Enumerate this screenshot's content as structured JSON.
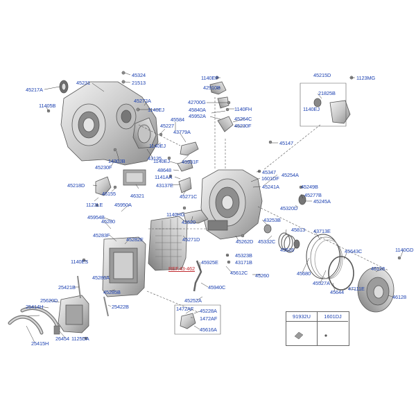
{
  "labels": {
    "p45217A": "45217A",
    "p45231": "45231",
    "p45324": "45324",
    "p21513": "21513",
    "p1140EP": "1140EP",
    "p42910B": "42910B",
    "p45215D": "45215D",
    "p1123MG": "1123MG",
    "p21825B": "21825B",
    "p45272A": "45272A",
    "p1140EJ_a": "1140EJ",
    "p42700G": "42700G",
    "p1140FH": "1140FH",
    "p45840A": "45840A",
    "p45952A": "45952A",
    "p1140EJ_b": "1140EJ",
    "p11405B": "11405B",
    "p45584": "45584",
    "p45264C": "45264C",
    "p45230F_a": "45230F",
    "p45227": "45227",
    "p43779A": "43779A",
    "p1140EJ_c": "1140EJ",
    "p45147": "45147",
    "p43135": "43135",
    "p1430JB": "1430JB",
    "p1140EJ_d": "1140EJ",
    "p45931F": "45931F",
    "p45230F_b": "45230F",
    "p48648": "48648",
    "p45347": "45347",
    "p1141AA": "1141AA",
    "p1601DF": "1601DF",
    "p45254A": "45254A",
    "p45218D": "45218D",
    "p43137E": "43137E",
    "p45241A": "45241A",
    "p45249B": "45249B",
    "p46321": "46321",
    "p46155": "46155",
    "p45271C": "45271C",
    "p45277B": "45277B",
    "p1123LE": "1123LE",
    "p45950A": "45950A",
    "p45245A": "45245A",
    "p45320D": "45320D",
    "p1140HG": "1140HG",
    "p42620": "42620",
    "p45954B": "45954B",
    "p45280": "45280",
    "p43253B": "43253B",
    "p45283F": "45283F",
    "p45282E": "45282E",
    "p45271D": "45271D",
    "p45262D": "45262D",
    "p45813": "45813",
    "p45332C": "45332C",
    "p43713E": "43713E",
    "p45516": "45516",
    "p1140GD": "1140GD",
    "p45323B": "45323B",
    "p43171B": "43171B",
    "p45643C": "45643C",
    "p1140ES": "1140ES",
    "p45925E": "45925E",
    "p46128_a": "46128",
    "p45612C": "45612C",
    "p45260": "45260",
    "p45680": "45680",
    "p45286A": "45286A",
    "p45527A": "45527A",
    "p47111E": "47111E",
    "p45940C": "45940C",
    "p45644": "45644",
    "p46128_b": "46128",
    "p25421B": "25421B",
    "p45285B": "45285B",
    "p45252A": "45252A",
    "p25620D": "25620D",
    "p25414H": "25414H",
    "p25422B": "25422B",
    "p1472AF_a": "1472AF",
    "p45228A": "45228A",
    "p1472AF_b": "1472AF",
    "p45616A": "45616A",
    "p26454": "26454",
    "p1125DA": "1125DA",
    "p25415H": "25415H",
    "ref": "REF.43-462"
  },
  "legend": {
    "col1": "91932U",
    "col2": "1601DJ"
  },
  "colors": {
    "label": "#1a3fb0",
    "ref": "#c0282d",
    "leader": "#333333",
    "part_stroke": "#555555"
  }
}
